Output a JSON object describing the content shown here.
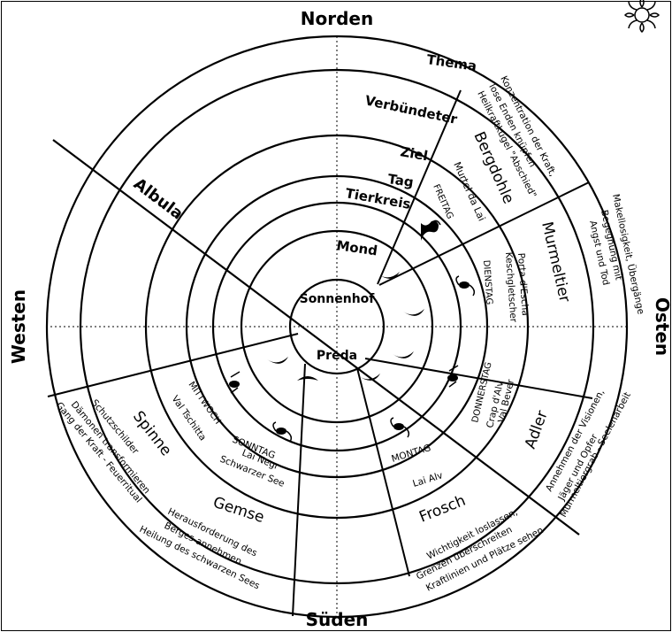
{
  "compass": {
    "north": "Norden",
    "south": "Süden",
    "west": "Westen",
    "east": "Osten"
  },
  "rings": {
    "center_top": "Sonnenhof",
    "center_bottom": "Preda",
    "mond": "Mond",
    "tierkreis": "Tierkreis",
    "tag": "Tag",
    "ziel": "Ziel",
    "verbuendeter": "Verbündeter",
    "thema": "Thema"
  },
  "axis_label": "Albula",
  "sectors": {
    "north": {
      "day": "FREITAG",
      "goal": "Murtel da Lai",
      "ally": "Bergdohle",
      "theme": [
        "Konzentration der Kraft,",
        "lose Enden knüpfen",
        "Heilkraftkugel \"Abschied\""
      ]
    },
    "northeast": {
      "day": "DIENSTAG",
      "goal": [
        "Porta d'Escha",
        "Keschgletscher"
      ],
      "ally": "Murmeltier",
      "theme": [
        "Makellosigkeit, Übergänge",
        "Begegnung mit",
        "Angst und Tod"
      ]
    },
    "southeast": {
      "day": "DONNERSTAG",
      "goal": [
        "Crap d'Alv",
        "Val Bever"
      ],
      "ally": "Adler",
      "theme": [
        "Annehmen der Visionen,",
        "Jäger und Opfer",
        "Murmeltiergrab - Seelenarbeit"
      ]
    },
    "south_right": {
      "day": "MONTAG",
      "goal": "Lai Alv",
      "ally": "Frosch",
      "theme": [
        "Wichtigkeit loslassen,",
        "Grenzen überschreiten",
        "Kraftlinien und Plätze sehen"
      ]
    },
    "south_left": {
      "day": "SONNTAG",
      "goal": [
        "Lai Negr",
        "Schwarzer See"
      ],
      "ally": "Gemse",
      "theme": [
        "Herausforderung des",
        "Berges annehmen",
        "Heilung des schwarzen Sees"
      ]
    },
    "southwest": {
      "day": "MITTWOCH",
      "goal": "Val Tschitta",
      "ally": "Spinne",
      "theme": [
        "Schutzschilder",
        "Dämonen transformieren",
        "Gang der Kraft - Feuerritual"
      ]
    }
  },
  "icons": [
    "sun-logo-icon",
    "capricorn-icon",
    "scorpion-icon",
    "sagittarius-icon",
    "moon-icon"
  ]
}
